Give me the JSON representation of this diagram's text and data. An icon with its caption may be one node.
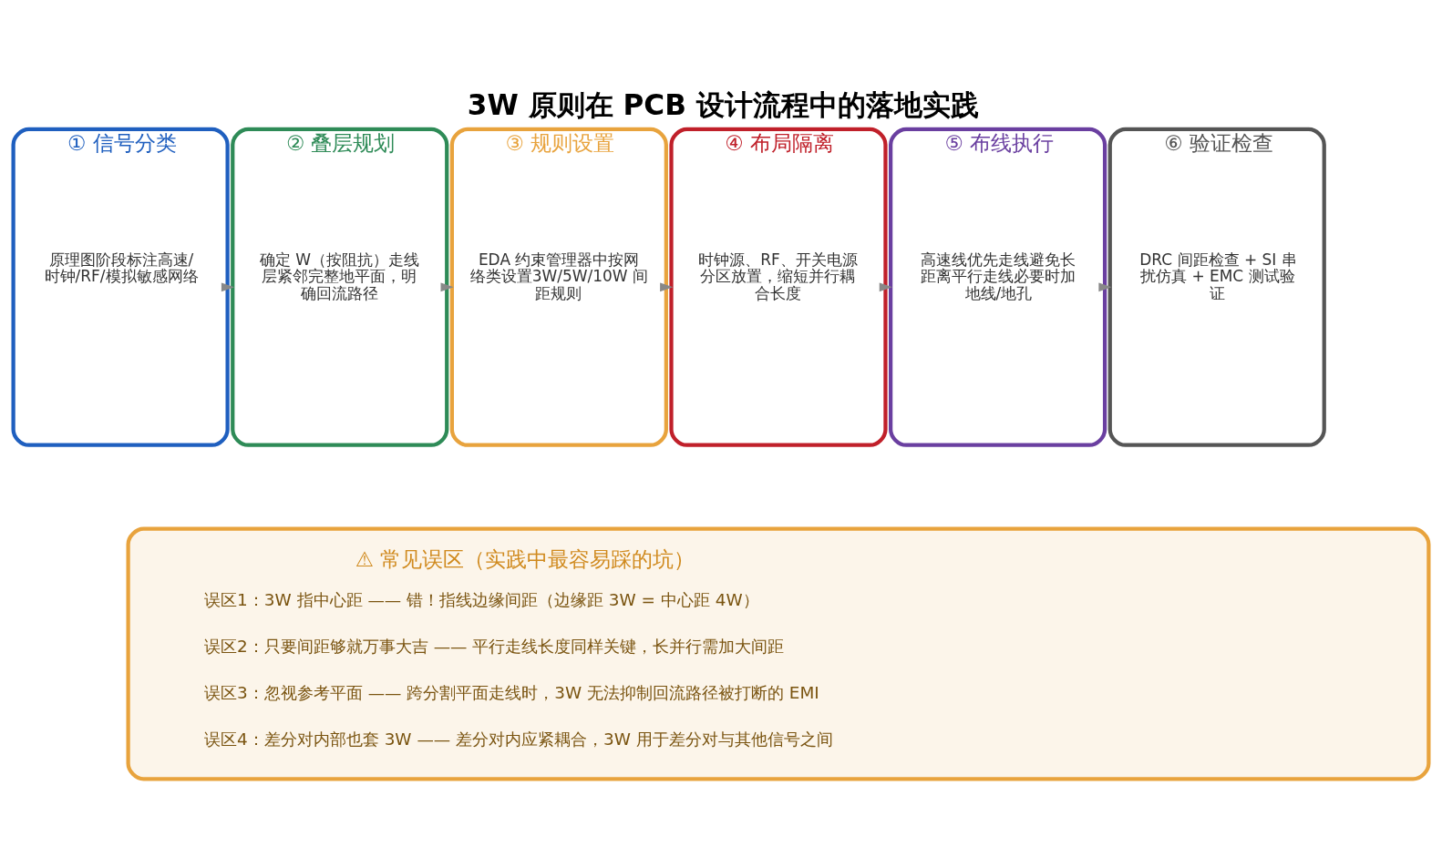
{
  "diagram": {
    "title": "3W 原则在 PCB 设计流程中的落地实践",
    "nodes": [
      {
        "text": [
          "① 信号分类",
          "原理图阶段标注高速/时钟/RF/模拟敏感网络"
        ]
      },
      {
        "text": [
          "② 叠层规划",
          "确定 W（按阻抗）走线层紧邻完整地平面，明确回流路径"
        ]
      },
      {
        "text": [
          "③ 规则设置",
          "EDA 约束管理器中按网络类设置3W/5W/10W 间距规则"
        ]
      },
      {
        "text": [
          "④ 布局隔离",
          "时钟源、RF、开关电源分区放置，缩短并行耦合长度"
        ]
      },
      {
        "text": [
          "⑤ 布线执行",
          "高速线优先走线避免长距离平行走线必要时加地线/地孔"
        ]
      },
      {
        "text": [
          "⑥ 验证检查",
          "DRC 间距检查 + SI 串扰仿真 + EMC 测试验证"
        ]
      },
      {
        "text": [
          "⚠ 常见误区（实践中最容易踩的坑）",
          "误区1：3W 指中心距 —— 错！指线边缘间距（边缘距 3W = 中心距 4W）",
          "误区2：只要间距够就万事大吉 —— 平行走线长度同样关键，长并行需加大间距",
          "误区3：忽视参考平面 —— 跨分割平面走线时，3W 无法抑制回流路径被打断的 EMI",
          "误区4：差分对内部也套 3W —— 差分对内应紧耦合，3W 用于差分对与其他信号之间"
        ]
      }
    ],
    "edges": [
      {
        "from": 0,
        "to": 1,
        "arrow": "to"
      },
      {
        "from": 1,
        "to": 2,
        "arrow": "to"
      },
      {
        "from": 2,
        "to": 3,
        "arrow": "to"
      },
      {
        "from": 3,
        "to": 4,
        "arrow": "to"
      },
      {
        "from": 4,
        "to": 5,
        "arrow": "to"
      }
    ]
  }
}
